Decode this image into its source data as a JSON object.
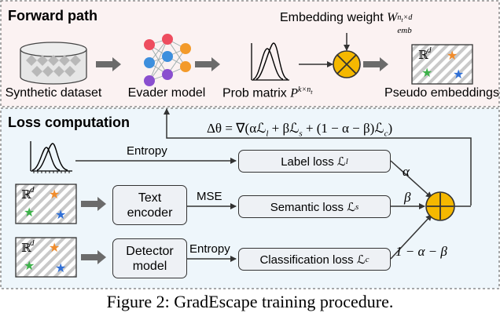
{
  "sections": {
    "forward": "Forward path",
    "loss": "Loss computation"
  },
  "forward": {
    "dataset": "Synthetic dataset",
    "model": "Evader model",
    "prob": "Prob matrix",
    "prob_sym": "P",
    "prob_sup": "k×n",
    "prob_sub": "t",
    "embedding": "Embedding weight",
    "emb_sym": "W",
    "emb_sub": "emb",
    "emb_sup": "n",
    "emb_sup_sub": "t",
    "emb_sup_rest": "×d",
    "pseudo": "Pseudo embeddings"
  },
  "update": "Δθ = ∇(αℒ",
  "update_l": "l",
  "update_mid": " + βℒ",
  "update_s": "s",
  "update_mid2": " + (1 − α − β)ℒ",
  "update_c": "c",
  "update_end": ")",
  "loss": {
    "entropy1": "Entropy",
    "mse": "MSE",
    "entropy2": "Entropy",
    "text_encoder_1": "Text",
    "text_encoder_2": "encoder",
    "detector_1": "Detector",
    "detector_2": "model",
    "label_loss": "Label loss ℒ",
    "label_sub": "l",
    "semantic_loss": "Semantic loss ℒ",
    "semantic_sub": "s",
    "class_loss": "Classification loss ℒ",
    "class_sub": "c",
    "alpha": "α",
    "beta": "β",
    "one_minus": "1 − α − β",
    "rd": "ℝ",
    "rd_sup": "d"
  },
  "caption": "Figure 2: GradEscape training procedure.",
  "colors": {
    "forward_bg": "#fbf2f2",
    "loss_bg": "#eef6fb",
    "orange": "#f5b800",
    "node_red": "#ee4d5f",
    "node_blue": "#3d8fdd",
    "node_purple": "#8a4fcf",
    "node_orange": "#f39a2a",
    "star_orange": "#f08c2c",
    "star_green": "#3db14a",
    "star_blue": "#2f6fd6"
  }
}
